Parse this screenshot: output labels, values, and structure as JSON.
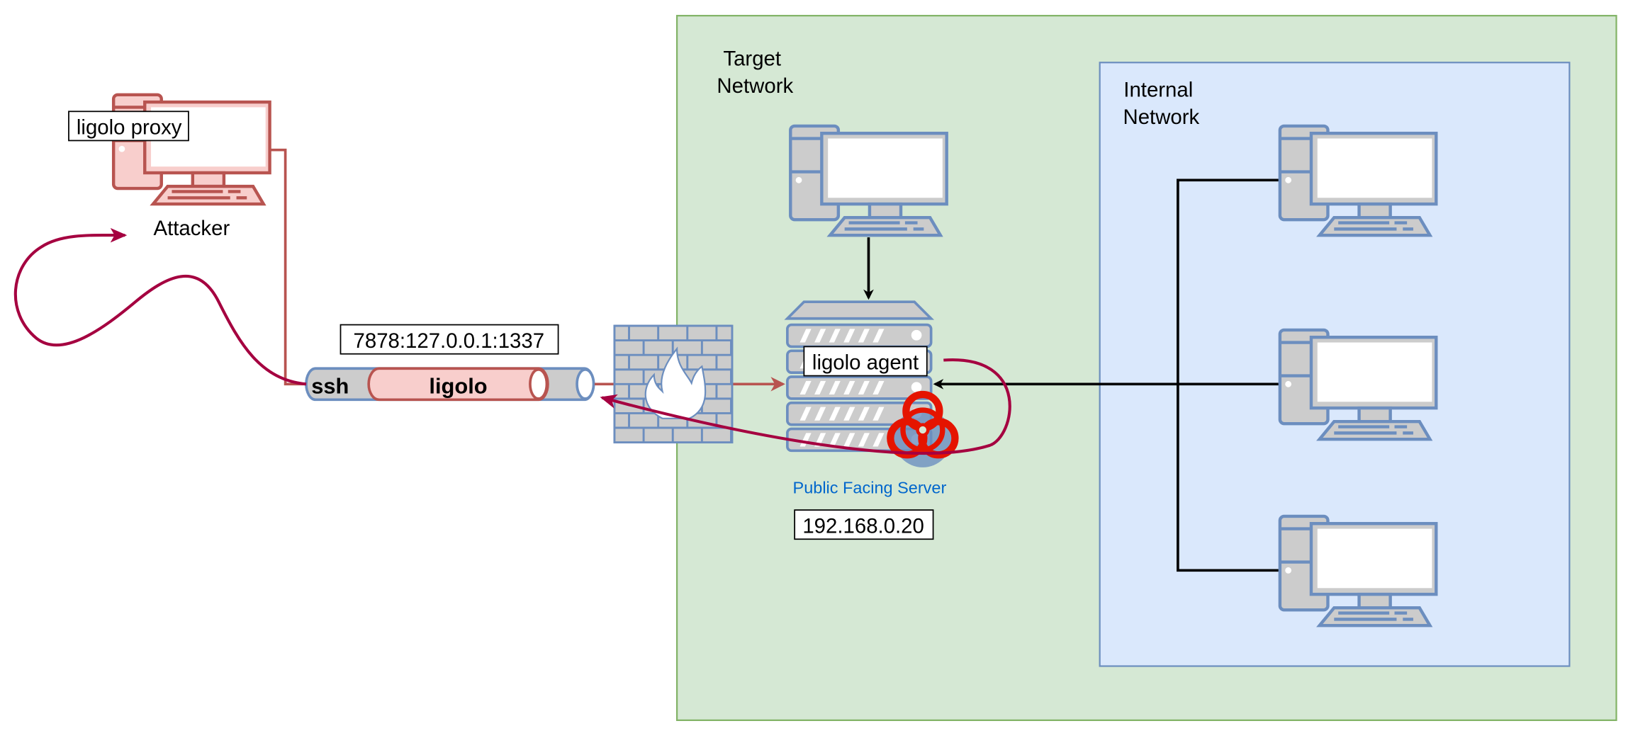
{
  "diagram": {
    "attacker": {
      "label": "Attacker",
      "tool_label": "ligolo proxy"
    },
    "tunnel": {
      "outer_label": "ssh",
      "inner_label": "ligolo",
      "forward_label": "7878:127.0.0.1:1337"
    },
    "target_network": {
      "label_line1": "Target",
      "label_line2": "Network"
    },
    "internal_network": {
      "label_line1": "Internal",
      "label_line2": "Network"
    },
    "server": {
      "label": "Public Facing Server",
      "agent_label": "ligolo agent",
      "ip": "192.168.0.20"
    },
    "colors": {
      "attacker_stroke": "#b85450",
      "attacker_fill": "#f8cecc",
      "device_stroke": "#6c8ebf",
      "device_fill": "#cccccc",
      "target_bg": "#d5e8d4",
      "target_border": "#82b366",
      "internal_bg": "#dae8fc",
      "internal_border": "#6c8ebf",
      "malware_arrow": "#a50040",
      "biohazard": "#e51400",
      "server_label": "#0066cc"
    }
  }
}
